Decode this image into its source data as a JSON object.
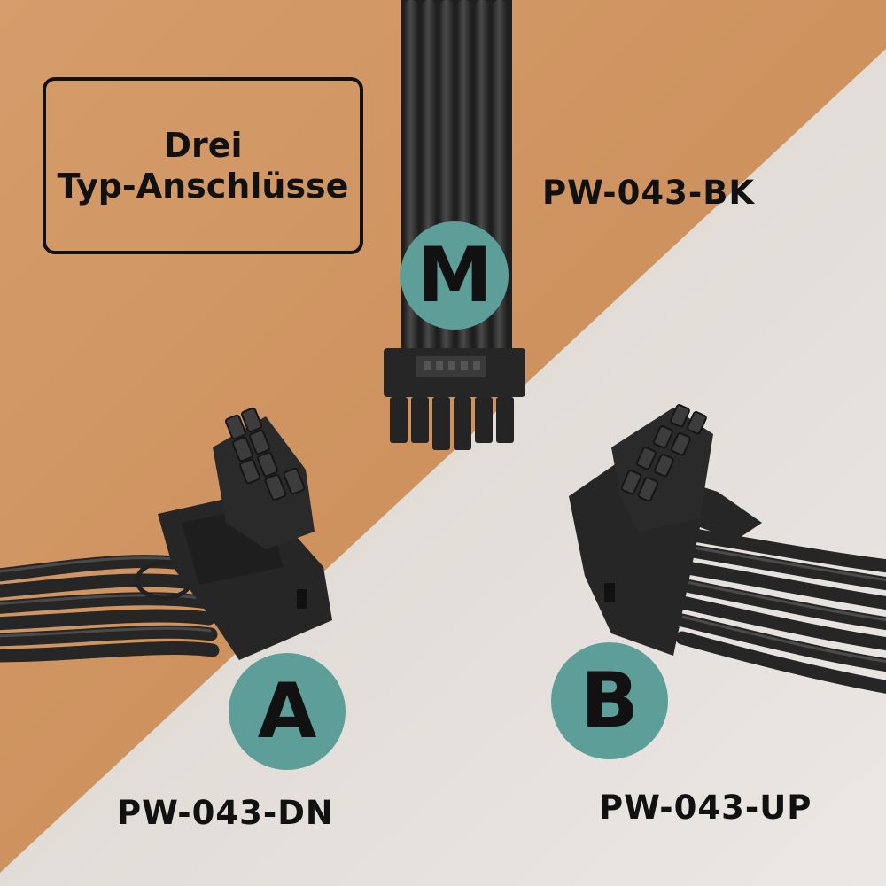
{
  "title": {
    "line1": "Drei",
    "line2": "Typ-Anschlüsse"
  },
  "connectors": {
    "top": {
      "badge": "M",
      "model": "PW-043-BK"
    },
    "left": {
      "badge": "A",
      "model": "PW-043-DN"
    },
    "right": {
      "badge": "B",
      "model": "PW-043-UP"
    }
  },
  "colors": {
    "background_left": "#cf9562",
    "background_right": "#e3ddd7",
    "badge": "#5e9e98",
    "cable": "#2b2b2b"
  },
  "icons": {
    "cable_top": "straight-12-pin-connector",
    "cable_left": "angled-down-12-pin-connector",
    "cable_right": "angled-up-12-pin-connector"
  }
}
